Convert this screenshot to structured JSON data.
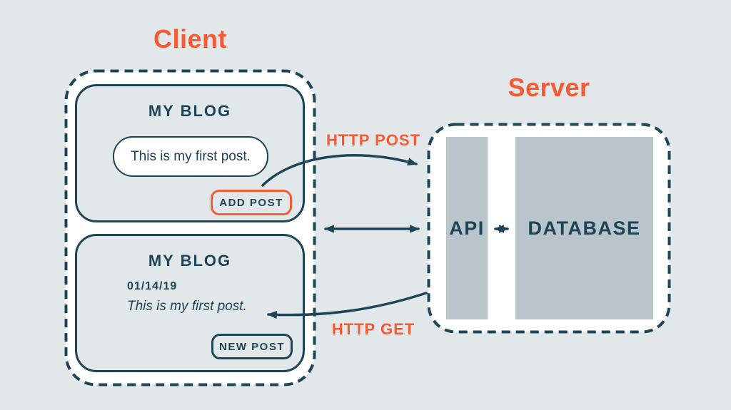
{
  "diagram": {
    "client": {
      "label": "Client",
      "screen_before": {
        "title": "MY BLOG",
        "post_input": "This is my first post.",
        "button": "ADD POST"
      },
      "screen_after": {
        "title": "MY BLOG",
        "date": "01/14/19",
        "post_text": "This is my first post.",
        "button": "NEW POST"
      }
    },
    "server": {
      "label": "Server",
      "api": "API",
      "database": "DATABASE"
    },
    "flows": {
      "post": "HTTP POST",
      "get": "HTTP GET"
    },
    "colors": {
      "navy": "#1d4458",
      "orange": "#f75b35",
      "background": "#e2e7e9",
      "panel_white": "#ffffff",
      "block_gray": "#b9c5cb"
    }
  }
}
